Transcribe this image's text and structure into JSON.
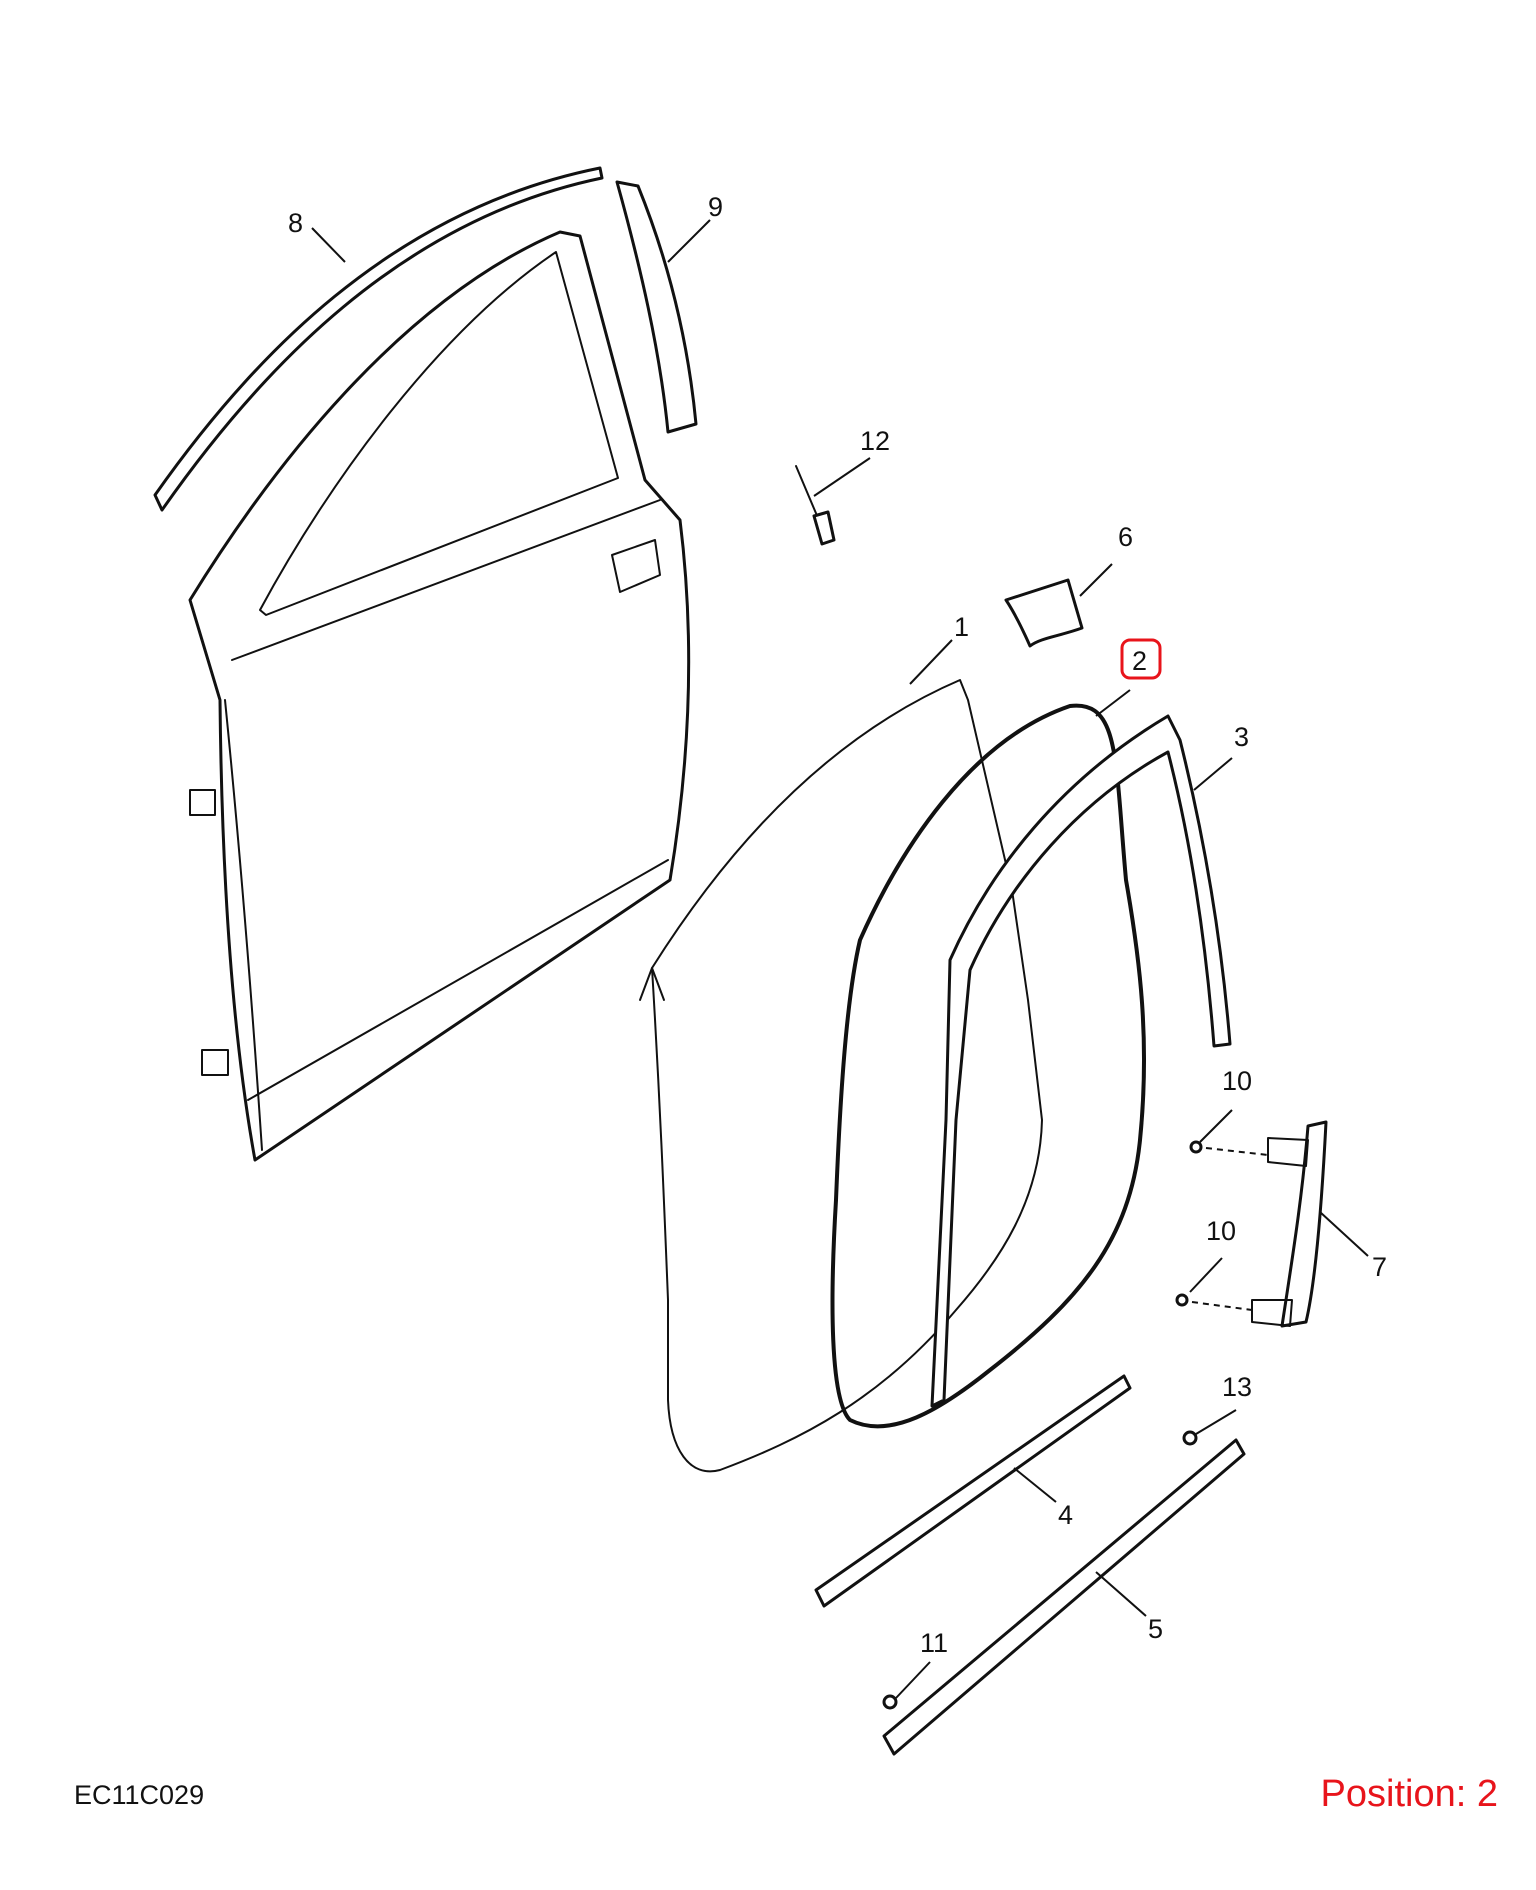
{
  "diagram_code": "EC11C029",
  "position_label": "Position: 2",
  "highlight_color": "#e8141b",
  "line_color": "#111111",
  "callouts": {
    "c1": "1",
    "c2": "2",
    "c3": "3",
    "c4": "4",
    "c5": "5",
    "c6": "6",
    "c7": "7",
    "c8": "8",
    "c9": "9",
    "c10a": "10",
    "c10b": "10",
    "c11": "11",
    "c12": "12",
    "c13": "13"
  },
  "highlighted_part": "2"
}
